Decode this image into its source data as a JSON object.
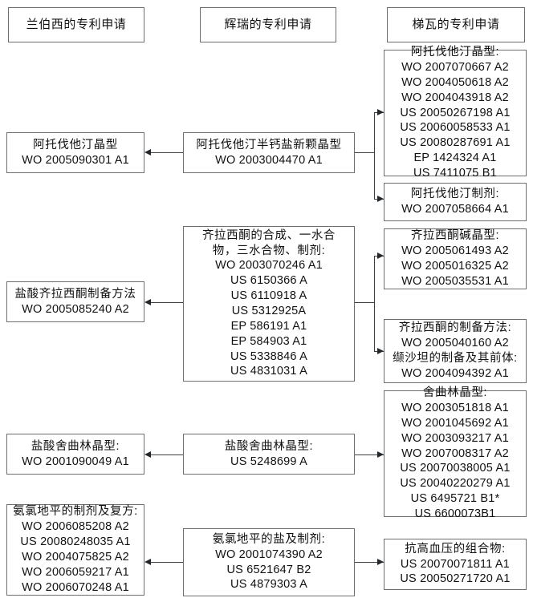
{
  "columns": {
    "left": {
      "title": "兰伯西的专利申请"
    },
    "middle": {
      "title": "辉瑞的专利申请"
    },
    "right": {
      "title": "梯瓦的专利申请"
    }
  },
  "groups": [
    {
      "id": "atorvastatin",
      "left": {
        "title": "阿托伐他汀晶型",
        "patents": [
          "WO 2005090301 A1"
        ]
      },
      "middle": {
        "title": "阿托伐他汀半钙盐新颗晶型",
        "patents": [
          "WO 2003004470 A1"
        ]
      },
      "right": [
        {
          "title": "阿托伐他汀晶型:",
          "patents": [
            "WO 2007070667 A2",
            "WO 2004050618 A2",
            "WO 2004043918 A2",
            "US 20050267198 A1",
            "US 20060058533 A1",
            "US 20080287691 A1",
            "EP 1424324 A1",
            "US 7411075 B1"
          ]
        },
        {
          "title": "阿托伐他汀制剂:",
          "patents": [
            "WO 2007058664 A1"
          ]
        }
      ]
    },
    {
      "id": "ziprasidone",
      "left": {
        "title": "盐酸齐拉西酮制备方法",
        "patents": [
          "WO 2005085240 A2"
        ]
      },
      "middle": {
        "title_lines": [
          "齐拉西酮的合成、一水合",
          "物，三水合物、制剂:"
        ],
        "patents": [
          "WO 2003070246 A1",
          "US 6150366 A",
          "US 6110918 A",
          "US 5312925A",
          "EP 586191 A1",
          "EP 584903 A1",
          "US 5338846 A",
          "US 4831031 A"
        ]
      },
      "right": [
        {
          "title": "齐拉西酮碱晶型:",
          "patents": [
            "WO 2005061493 A2",
            "WO 2005016325 A2",
            "WO 2005035531 A1"
          ]
        },
        {
          "title": "齐拉西酮的制备方法:",
          "patents": [
            "WO 2005040160 A2"
          ],
          "title2": "缬沙坦的制备及其前体:",
          "patents2": [
            "WO 2004094392 A1"
          ]
        }
      ]
    },
    {
      "id": "sertraline",
      "left": {
        "title": "盐酸舍曲林晶型:",
        "patents": [
          "WO 2001090049 A1"
        ]
      },
      "middle": {
        "title": "盐酸舍曲林晶型:",
        "patents": [
          "US 5248699 A"
        ]
      },
      "right": [
        {
          "title": "舍曲林晶型:",
          "patents": [
            "WO 2003051818 A1",
            "WO 2001045692 A1",
            "WO 2003093217 A1",
            "WO 2007008317 A2",
            "US 20070038005 A1",
            "US 20040220279 A1",
            "US 6495721 B1*",
            "US 6600073B1"
          ]
        }
      ]
    },
    {
      "id": "amlodipine",
      "left": {
        "title": "氨氯地平的制剂及复方:",
        "patents": [
          "WO 2006085208 A2",
          "US 20080248035 A1",
          "WO 2004075825 A2",
          "WO 2006059217 A1",
          "WO 2006070248 A1"
        ]
      },
      "middle": {
        "title": "氨氯地平的盐及制剂:",
        "patents": [
          "WO 2001074390 A2",
          "US 6521647 B2",
          "US 4879303 A"
        ]
      },
      "right": [
        {
          "title": "抗高血压的组合物:",
          "patents": [
            "US 20070071811 A1",
            "US 20050271720 A1"
          ]
        }
      ]
    }
  ],
  "colors": {
    "box_border": "#6b6f72",
    "connector": "#3c3f42",
    "text": "#111111",
    "background": "#ffffff"
  }
}
